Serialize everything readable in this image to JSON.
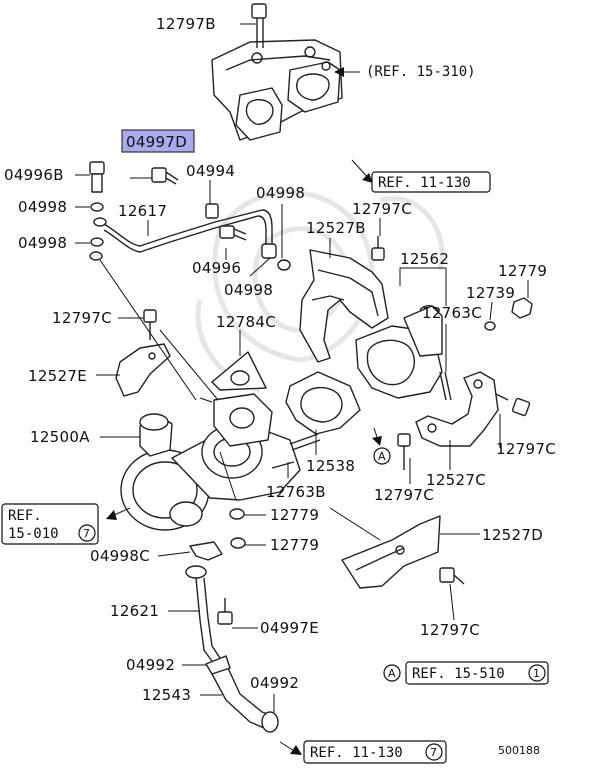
{
  "diagram": {
    "highlighted_part": "04997D",
    "highlight_color": "#a9a9ee",
    "footer_code": "500188",
    "parts": {
      "p12797B": "12797B",
      "p04997D": "04997D",
      "p04996B": "04996B",
      "p04994": "04994",
      "p04998_a": "04998",
      "p04998_b": "04998",
      "p04998_c": "04998",
      "p04998_d": "04998",
      "p12617": "12617",
      "p04996": "04996",
      "p12527B": "12527B",
      "p12797C_a": "12797C",
      "p12562": "12562",
      "p12779_a": "12779",
      "p12739": "12739",
      "p12797C_b": "12797C",
      "p12784C": "12784C",
      "p12763C": "12763C",
      "p12527E": "12527E",
      "p12500A": "12500A",
      "p12538": "12538",
      "p12797C_c": "12797C",
      "p12797C_d": "12797C",
      "p12527C": "12527C",
      "p12763B": "12763B",
      "p12779_b": "12779",
      "p12779_c": "12779",
      "p12527D": "12527D",
      "p04998C": "04998C",
      "p12621": "12621",
      "p04997E": "04997E",
      "p04992_a": "04992",
      "p04992_b": "04992",
      "p12543": "12543",
      "p12797C_e": "12797C"
    },
    "refs": {
      "r15310": "(REF. 15-310)",
      "r11130": "REF. 11-130",
      "r15010_l1": "REF.",
      "r15010_l2": "15-010",
      "r15010_n": "7",
      "r15510": "REF. 15-510",
      "r15510_n": "1",
      "r11130b": "REF. 11-130",
      "r11130b_n": "7",
      "markerA_1": "A",
      "markerA_2": "A"
    }
  }
}
